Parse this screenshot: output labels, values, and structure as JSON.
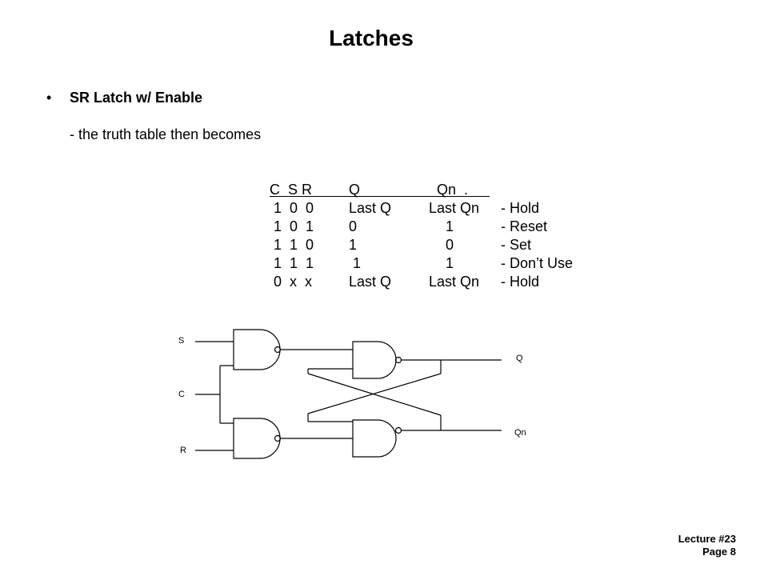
{
  "slide": {
    "title": "Latches",
    "bullet": "SR Latch w/ Enable",
    "subtext": "- the truth table then becomes"
  },
  "truth_table": {
    "headers": [
      "C  S R",
      "Q",
      "Qn  ."
    ],
    "rows": [
      {
        "csr": " 1  0  0",
        "q": "Last Q",
        "qn": "Last Qn",
        "note": "- Hold"
      },
      {
        "csr": " 1  0  1",
        "q": "0",
        "qn": "1",
        "note": "- Reset"
      },
      {
        "csr": " 1  1  0",
        "q": "1",
        "qn": "0",
        "note": "- Set"
      },
      {
        "csr": " 1  1  1",
        "q": " 1",
        "qn": "1",
        "note": "- Don’t Use"
      },
      {
        "csr": " 0  x  x",
        "q": "Last Q",
        "qn": "Last Qn",
        "note": "- Hold"
      }
    ]
  },
  "circuit": {
    "inputs": [
      "S",
      "C",
      "R"
    ],
    "outputs": [
      "Q",
      "Qn"
    ]
  },
  "footer": {
    "lecture": "Lecture #23",
    "page": "Page 8"
  }
}
